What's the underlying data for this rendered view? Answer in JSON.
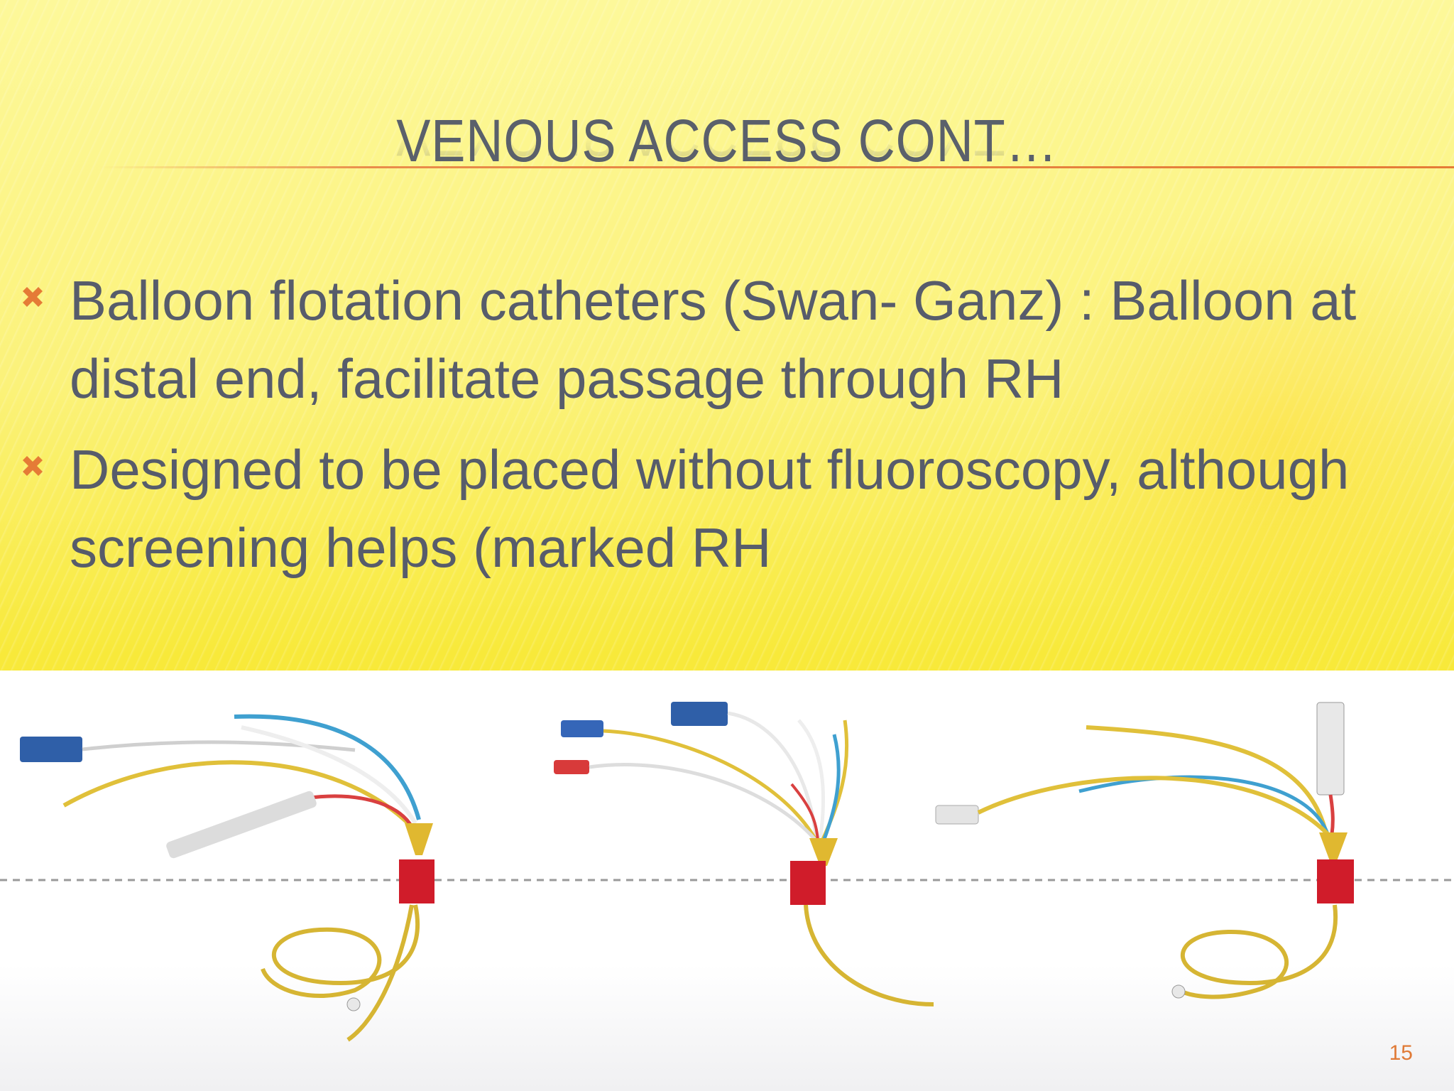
{
  "slide": {
    "title": "Venous access cont…",
    "bullets": [
      {
        "text": "Balloon flotation catheters (Swan- Ganz) : Balloon at distal end, facilitate passage through RH"
      },
      {
        "text": "Designed to be placed without fluoroscopy, although screening helps (marked RH"
      }
    ],
    "page_number": "15",
    "bullet_icon": "x-mark-icon",
    "colors": {
      "accent": "#e57b36",
      "text": "#575c6b",
      "background": "#f8e93a"
    }
  }
}
